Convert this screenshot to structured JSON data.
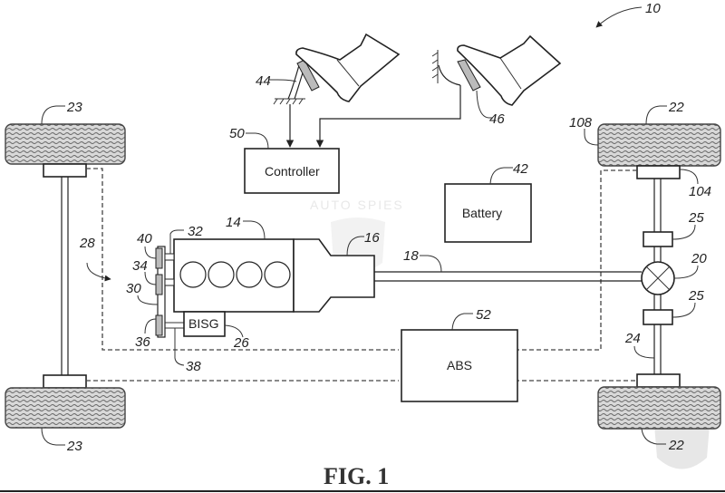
{
  "figure": {
    "caption": "FIG. 1",
    "overall_ref": "10"
  },
  "blocks": {
    "controller": {
      "label": "Controller",
      "ref": "50"
    },
    "battery": {
      "label": "Battery",
      "ref": "42"
    },
    "abs": {
      "label": "ABS",
      "ref": "52"
    },
    "bisg": {
      "label": "BISG",
      "ref": "26"
    }
  },
  "components": {
    "engine": "14",
    "transmission": "16",
    "driveshaft": "18",
    "differential": "20",
    "rear_wheels": "22",
    "front_wheels": "23",
    "axle": "24",
    "half_shaft_joints": "25",
    "accessory_drive": "28",
    "belt": "30",
    "crankshaft_pulley": "32",
    "pulley_34": "34",
    "bisg_pulley": "36",
    "bisg_shaft": "38",
    "pulley_40": "40",
    "accelerator_pedal": "44",
    "brake_pedal": "46",
    "wheel_brake_104": "104",
    "wheel_speed_sensor": "108"
  },
  "watermark": "AUTO SPIES"
}
